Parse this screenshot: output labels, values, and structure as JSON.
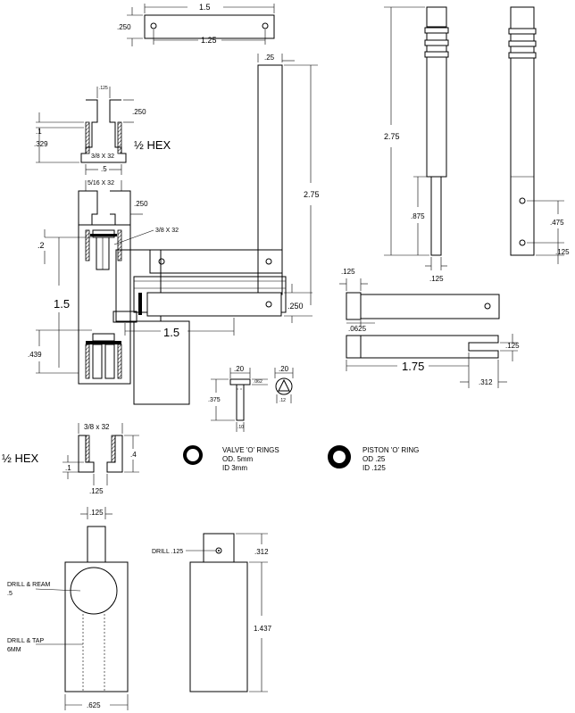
{
  "labels": {
    "d_1_5_top": "1.5",
    "d_250_left_top": ".250",
    "d_1_25": "1.25",
    "d_25_top": ".25",
    "d_2_75_mid": "2.75",
    "d_2_75_right": "2.75",
    "d_875": ".875",
    "d_125_rod": ".125",
    "d_475": ".475",
    "d_125_rod2": ".125",
    "d_125_small": ".125",
    "d_250_cap": ".250",
    "d_1_cap": ".1",
    "d_329": ".329",
    "d_3_8x32_a": "3/8 X 32",
    "d_5_cap": ".5",
    "hex_a": "½ HEX",
    "d_5_16x32": "5/16 X 32",
    "d_250_body": ".250",
    "d_3_8x32_b": "3/8 X 32",
    "d_2_body": ".2",
    "d_1_5_body": "1.5",
    "d_439": ".439",
    "d_1_5_arm": "1.5",
    "d_250_arm": ".250",
    "d_125_piston": ".125",
    "d_0625": ".0625",
    "d_125_fork": ".125",
    "d_1_75": "1.75",
    "d_312_fork": ".312",
    "d_20_valve": ".20",
    "d_375_valve": ".375",
    "d_062": ".062",
    "d_10_valve": ".10",
    "d_20_valve2": ".20",
    "d_12_valve": ".12",
    "d_3_8x32_c": "3/8 x 32",
    "d_4": ".4",
    "d_1_plug": ".1",
    "d_125_plug": ".125",
    "hex_b": "½ HEX",
    "valve_rings_title": "VALVE 'O' RINGS",
    "valve_od": "OD.  5mm",
    "valve_id": "ID     3mm",
    "piston_ring_title": "PISTON 'O' RING",
    "piston_od": "OD  .25",
    "piston_id": "ID    .125",
    "d_125_block": ".125",
    "drill_ream_1": "DRILL & REAM",
    "drill_ream_2": ".5",
    "drill_tap_1": "DRILL & TAP",
    "drill_tap_2": "6MM",
    "d_625": ".625",
    "drill_125": "DRILL .125",
    "d_312_block": ".312",
    "d_1_437": "1.437"
  }
}
